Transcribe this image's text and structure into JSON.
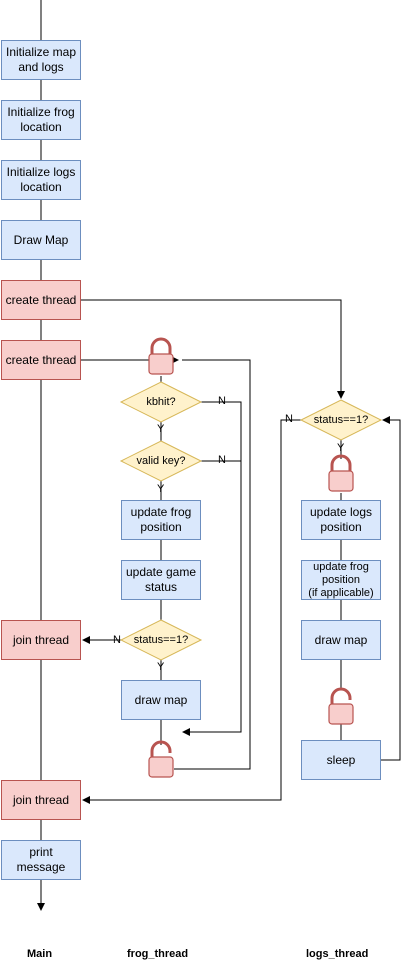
{
  "main": {
    "title": "Main",
    "steps": [
      "Initialize map and logs",
      "Initialize frog location",
      "Initialize logs location",
      "Draw Map",
      "create thread",
      "create thread",
      "join thread",
      "join thread",
      "print message"
    ]
  },
  "frog": {
    "title": "frog_thread",
    "kbhit": "kbhit?",
    "valid_key": "valid key?",
    "update_position": "update frog position",
    "update_status": "update game status",
    "status_check": "status==1?",
    "draw": "draw map"
  },
  "logs": {
    "title": "logs_thread",
    "status_check": "status==1?",
    "update_logs": "update logs position",
    "update_frog": "update frog position\n(if applicable)",
    "draw": "draw map",
    "sleep": "sleep"
  },
  "labels": {
    "yes": "Y",
    "no": "N"
  },
  "colors": {
    "process_fill": "#dae8fc",
    "process_stroke": "#6c8ebf",
    "thread_fill": "#f8cecc",
    "thread_stroke": "#b85450",
    "decision_fill": "#fff2cc",
    "decision_stroke": "#d6b656",
    "lock_fill": "#f8cecc",
    "lock_stroke": "#b85450"
  }
}
